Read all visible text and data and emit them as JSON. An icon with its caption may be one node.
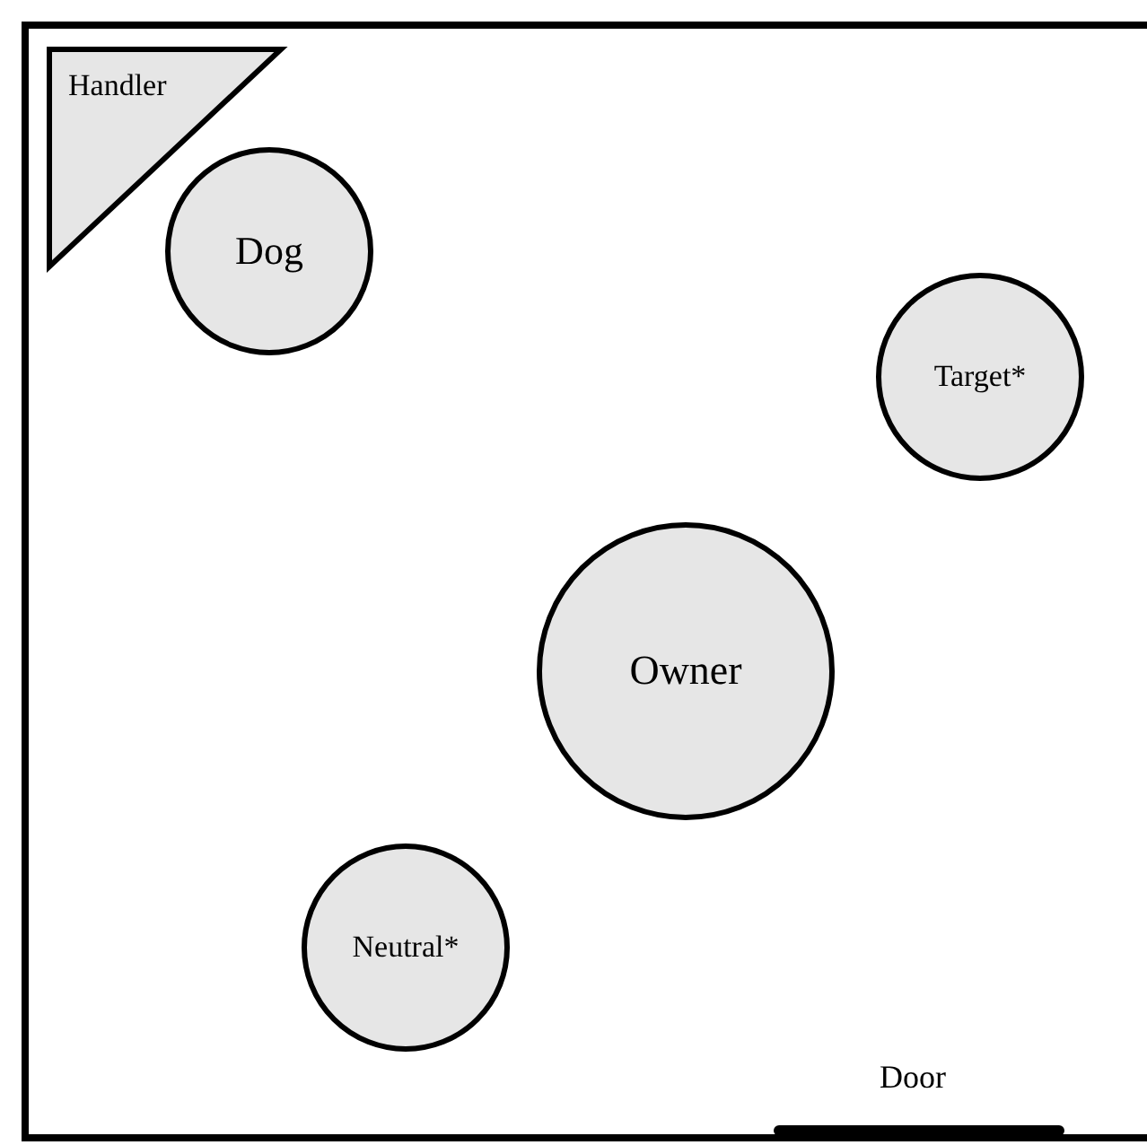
{
  "diagram": {
    "nodes": [
      {
        "text": [
          "Handler"
        ]
      },
      {
        "text": [
          "Dog"
        ]
      },
      {
        "text": [
          "Target*"
        ]
      },
      {
        "text": [
          "Owner"
        ]
      },
      {
        "text": [
          "Neutral*"
        ]
      }
    ],
    "labels": [
      "Door"
    ]
  }
}
